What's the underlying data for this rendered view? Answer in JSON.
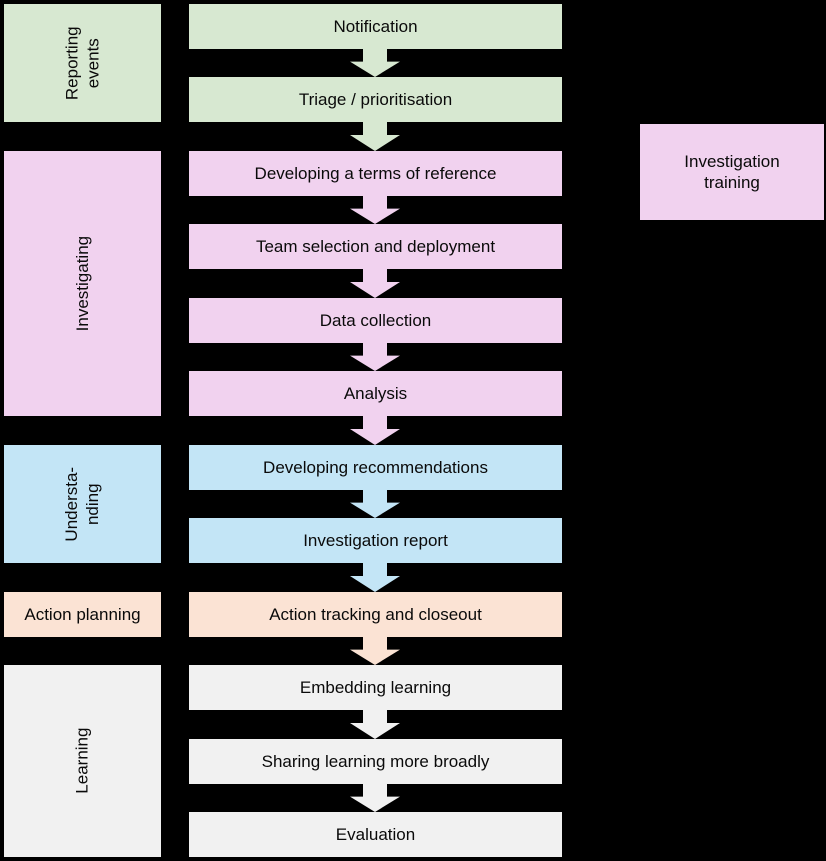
{
  "canvas": {
    "bg": "#000000",
    "text_color": "#0a0a0a"
  },
  "colors": {
    "green": "#D7E8D1",
    "pink": "#F1D2EF",
    "blue": "#C3E5F6",
    "peach": "#FBE3D4",
    "gray": "#F1F1F1"
  },
  "phases": [
    {
      "label": "Reporting\nevents",
      "color_key": "green"
    },
    {
      "label": "Investigating",
      "color_key": "pink"
    },
    {
      "label": "Understa-\nnding",
      "color_key": "blue"
    },
    {
      "label": "Action planning",
      "color_key": "peach"
    },
    {
      "label": "Learning",
      "color_key": "gray"
    }
  ],
  "steps": [
    {
      "label": "Notification",
      "color_key": "green"
    },
    {
      "label": "Triage / prioritisation",
      "color_key": "green"
    },
    {
      "label": "Developing a terms of reference",
      "color_key": "pink"
    },
    {
      "label": "Team selection and deployment",
      "color_key": "pink"
    },
    {
      "label": "Data collection",
      "color_key": "pink"
    },
    {
      "label": "Analysis",
      "color_key": "pink"
    },
    {
      "label": "Developing recommendations",
      "color_key": "blue"
    },
    {
      "label": "Investigation report",
      "color_key": "blue"
    },
    {
      "label": "Action tracking and closeout",
      "color_key": "peach"
    },
    {
      "label": "Embedding learning",
      "color_key": "gray"
    },
    {
      "label": "Sharing learning more broadly",
      "color_key": "gray"
    },
    {
      "label": "Evaluation",
      "color_key": "gray"
    }
  ],
  "side_box": {
    "label": "Investigation\ntraining",
    "color_key": "pink"
  }
}
